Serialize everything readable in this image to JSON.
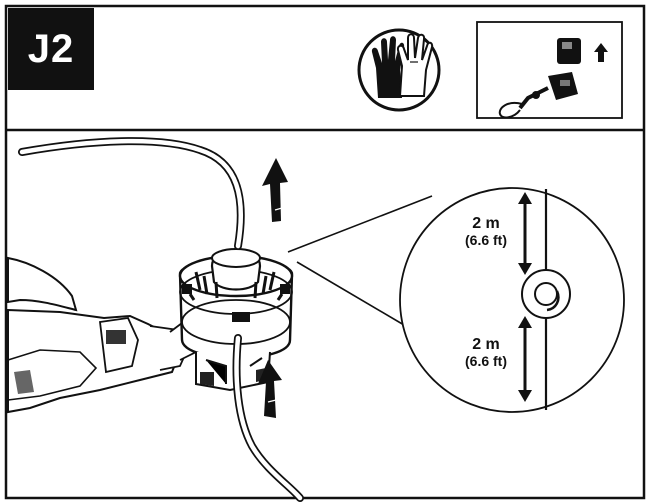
{
  "step": {
    "label": "J2"
  },
  "distance_top": {
    "metric": "2 m",
    "imperial": "(6.6 ft)"
  },
  "distance_bottom": {
    "metric": "2 m",
    "imperial": "(6.6 ft)"
  },
  "icons": {
    "gloves": "gloves-icon",
    "battery_removal": "battery-removal-icon",
    "trimmer_head": "trimmer-head-icon"
  },
  "colors": {
    "ink": "#111111",
    "background": "#ffffff"
  }
}
